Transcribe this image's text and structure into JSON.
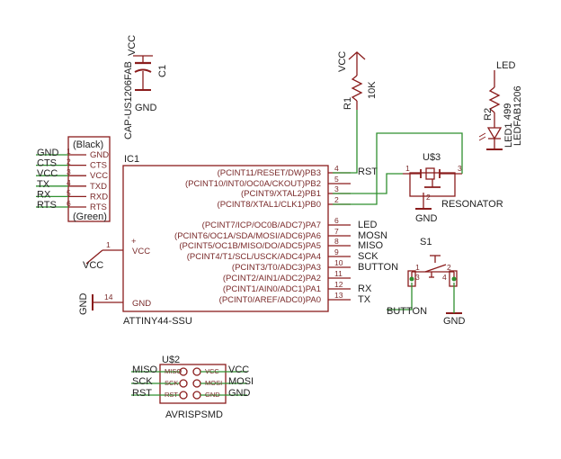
{
  "cap": {
    "part": "CAP-US1206FAB",
    "name": "C1",
    "top": "VCC",
    "bottom": "GND"
  },
  "r1": {
    "name": "R1",
    "value": "10K",
    "top": "VCC"
  },
  "r2": {
    "name": "R2",
    "value": "499",
    "top": "LED"
  },
  "led": {
    "name": "LED1",
    "part": "LEDFAB1206"
  },
  "ftdi": {
    "top_label": "(Black)",
    "bottom_label": "(Green)",
    "pins": [
      {
        "num": "1",
        "name": "GND",
        "net": "GND"
      },
      {
        "num": "2",
        "name": "CTS",
        "net": "CTS"
      },
      {
        "num": "3",
        "name": "VCC",
        "net": "VCC"
      },
      {
        "num": "4",
        "name": "TXD",
        "net": "TX"
      },
      {
        "num": "5",
        "name": "RXD",
        "net": "RX"
      },
      {
        "num": "6",
        "name": "RTS",
        "net": "RTS"
      }
    ]
  },
  "ic1": {
    "name": "IC1",
    "part": "ATTINY44-SSU",
    "vcc_pin": {
      "num": "1",
      "name": "VCC",
      "net": "VCC"
    },
    "gnd_pin": {
      "num": "14",
      "name": "GND",
      "net": "GND"
    },
    "plus": "+",
    "pins": [
      {
        "func": "(PCINT11/RESET/DW)PB3",
        "num": "4",
        "net": "RST"
      },
      {
        "func": "(PCINT10/INT0/OC0A/CKOUT)PB2",
        "num": "5",
        "net": ""
      },
      {
        "func": "(PCINT9/XTAL2)PB1",
        "num": "3",
        "net": ""
      },
      {
        "func": "(PCINT8/XTAL1/CLK1)PB0",
        "num": "2",
        "net": ""
      },
      {
        "func": "(PCINT7/ICP/OC0B/ADC7)PA7",
        "num": "6",
        "net": "LED"
      },
      {
        "func": "(PCINT6/OC1A/SDA/MOSI/ADC6)PA6",
        "num": "7",
        "net": "MOSN"
      },
      {
        "func": "(PCINT5/OC1B/MISO/DO/ADC5)PA5",
        "num": "8",
        "net": "MISO"
      },
      {
        "func": "(PCINT4/T1/SCL/USCK/ADC4)PA4",
        "num": "9",
        "net": "SCK"
      },
      {
        "func": "(PCINT3/T0/ADC3)PA3",
        "num": "10",
        "net": "BUTTON"
      },
      {
        "func": "(PCINT2/AIN1/ADC2)PA2",
        "num": "11",
        "net": ""
      },
      {
        "func": "(PCINT1/AIN0/ADC1)PA1",
        "num": "12",
        "net": "RX"
      },
      {
        "func": "(PCINT0/AREF/ADC0)PA0",
        "num": "13",
        "net": "TX"
      }
    ]
  },
  "resonator": {
    "name": "U$3",
    "label": "RESONATOR",
    "gnd": "GND",
    "pins": [
      "1",
      "2",
      "3"
    ]
  },
  "switch": {
    "name": "S1",
    "net_left": "BUTTON",
    "gnd": "GND",
    "pins": [
      "1",
      "2",
      "3",
      "4"
    ]
  },
  "isp": {
    "name": "U$2",
    "part": "AVRISPSMD",
    "left": [
      {
        "pin": "MISO",
        "net": "MISO"
      },
      {
        "pin": "SCK",
        "net": "SCK"
      },
      {
        "pin": "RST",
        "net": "RST"
      }
    ],
    "right": [
      {
        "pin": "VCC",
        "net": "VCC"
      },
      {
        "pin": "MOSI",
        "net": "MOSI"
      },
      {
        "pin": "GND",
        "net": "GND"
      }
    ]
  }
}
